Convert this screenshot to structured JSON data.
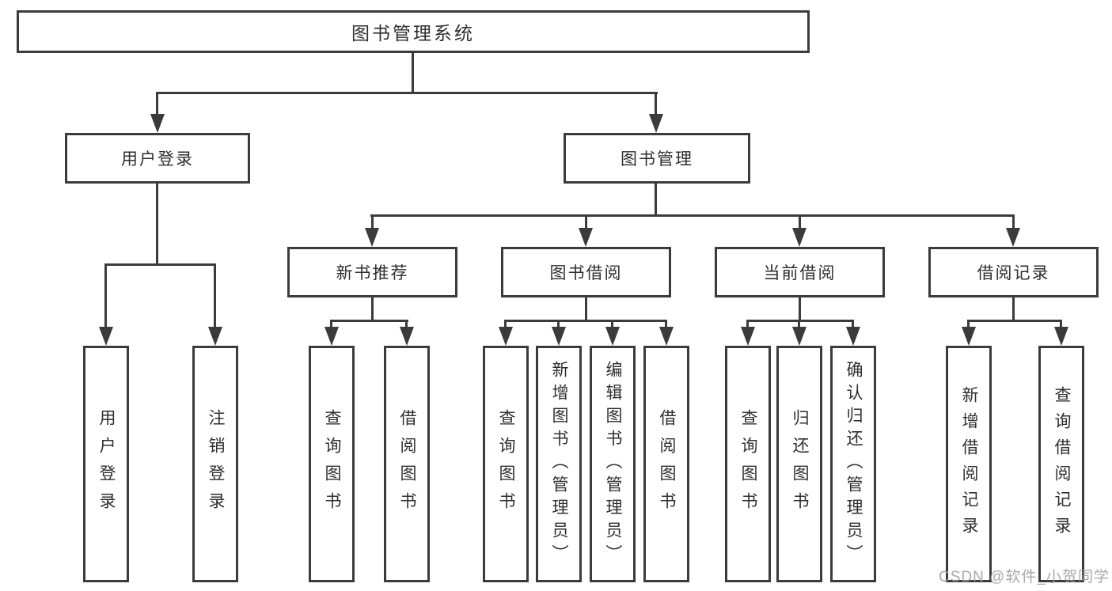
{
  "diagram": {
    "root": {
      "label": "图书管理系统",
      "children": [
        {
          "label": "用户登录",
          "children": [
            {
              "label": "用户登录"
            },
            {
              "label": "注销登录"
            }
          ]
        },
        {
          "label": "图书管理",
          "children": [
            {
              "label": "新书推荐",
              "children": [
                {
                  "label": "查询图书"
                },
                {
                  "label": "借阅图书"
                }
              ]
            },
            {
              "label": "图书借阅",
              "children": [
                {
                  "label": "查询图书"
                },
                {
                  "label": "新增图书（管理员）"
                },
                {
                  "label": "编辑图书（管理员）"
                },
                {
                  "label": "借阅图书"
                }
              ]
            },
            {
              "label": "当前借阅",
              "children": [
                {
                  "label": "查询图书"
                },
                {
                  "label": "归还图书"
                },
                {
                  "label": "确认归还（管理员）"
                }
              ]
            },
            {
              "label": "借阅记录",
              "children": [
                {
                  "label": "新增借阅记录"
                },
                {
                  "label": "查询借阅记录"
                }
              ]
            }
          ]
        }
      ]
    }
  },
  "watermark": "CSDN @软件_小贺同学"
}
